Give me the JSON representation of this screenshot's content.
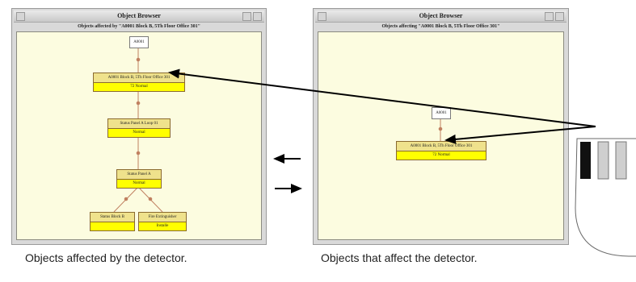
{
  "left_window": {
    "title": "Object Browser",
    "subtitle": "Objects affected by \"A0001 Block B, 5Th Floor Office 301\"",
    "root_label": "A0001",
    "nodes": [
      {
        "title": "A0001 Block B, 5Th Floor Office 301",
        "value": "72 Normal"
      },
      {
        "title": "Status Panel A Loop 01",
        "value": "Normal"
      },
      {
        "title": "Status Panel A",
        "value": "Normal"
      },
      {
        "title": "Status Block B",
        "value": ""
      },
      {
        "title": "Fire Extinguisher",
        "value": "Installe"
      }
    ]
  },
  "right_window": {
    "title": "Object Browser",
    "subtitle": "Objects affecting \"A0001 Block B, 5Th Floor Office 301\"",
    "root_label": "A0001",
    "nodes": [
      {
        "title": "A0001 Block B, 5Th Floor Office 301",
        "value": "72 Normal"
      }
    ]
  },
  "captions": {
    "left": "Objects affected by the detector.",
    "right": "Objects that affect the detector."
  },
  "colors": {
    "canvas_bg": "#fcfce0",
    "node_value_bg": "#ffff00",
    "node_title_bg": "#efe28c",
    "edge": "#c08060"
  }
}
